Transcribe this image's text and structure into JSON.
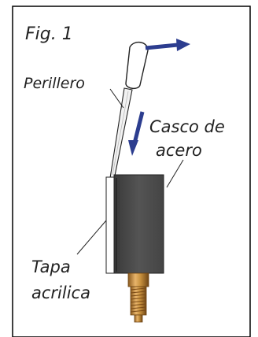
{
  "figure": {
    "label": "Fig. 1",
    "callouts": {
      "needle": "Perillero",
      "case_line1": "Casco de",
      "case_line2": "acero",
      "lid_line1": "Tapa",
      "lid_line2": "acrilica"
    }
  },
  "colors": {
    "frame": "#000000",
    "arrow": "#2c3d8f",
    "case": "#4a4a4a",
    "lid": "#ffffff",
    "brass": "#c8913e"
  }
}
